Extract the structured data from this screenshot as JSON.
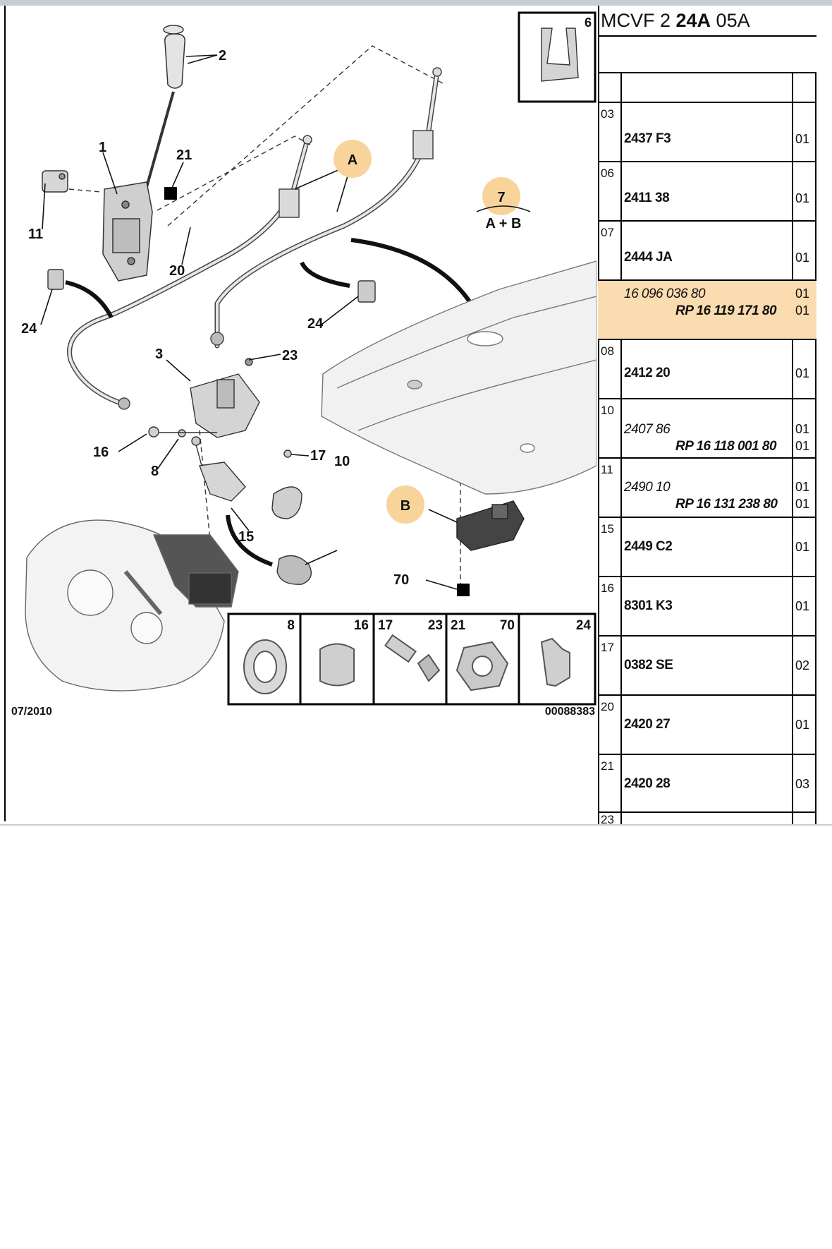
{
  "diagram": {
    "date_stamp": "07/2010",
    "image_ref": "00088383",
    "zone_labels": [
      "A",
      "B",
      "7",
      "A + B"
    ],
    "callouts": [
      "1",
      "2",
      "3",
      "6",
      "8",
      "10",
      "11",
      "15",
      "16",
      "17",
      "20",
      "21",
      "23",
      "24",
      "24",
      "70",
      "8",
      "16",
      "17",
      "23",
      "21",
      "70",
      "24"
    ]
  },
  "table": {
    "title_prefix": "MCVF 2 ",
    "title_bold": "24A",
    "title_suffix": " 05A",
    "rows": [
      {
        "num": "03",
        "ref": "2437 F3",
        "qty": "01"
      },
      {
        "num": "06",
        "ref": "2411 38",
        "qty": "01"
      },
      {
        "num": "07",
        "ref": "2444 JA",
        "qty": "01"
      },
      {
        "num": "",
        "ref": "16 096 036 80",
        "ref2": "RP 16 119 171 80",
        "qty": "01",
        "qty2": "01"
      },
      {
        "num": "08",
        "ref": "2412 20",
        "qty": "01"
      },
      {
        "num": "10",
        "ref": "2407 86",
        "ref2": "RP 16 118 001 80",
        "qty": "01",
        "qty2": "01"
      },
      {
        "num": "11",
        "ref": "2490 10",
        "ref2": "RP 16 131 238 80",
        "qty": "01",
        "qty2": "01"
      },
      {
        "num": "15",
        "ref": "2449 C2",
        "qty": "01"
      },
      {
        "num": "16",
        "ref": "8301 K3",
        "qty": "01"
      },
      {
        "num": "17",
        "ref": "0382 SE",
        "qty": "02"
      },
      {
        "num": "20",
        "ref": "2420 27",
        "qty": "01"
      },
      {
        "num": "21",
        "ref": "2420 28",
        "qty": "03"
      },
      {
        "num": "23",
        "ref": "",
        "qty": ""
      }
    ]
  },
  "colors": {
    "highlight_row": "#fbdcb0",
    "callout_badge": "#f8d49a",
    "line": "#000000"
  }
}
